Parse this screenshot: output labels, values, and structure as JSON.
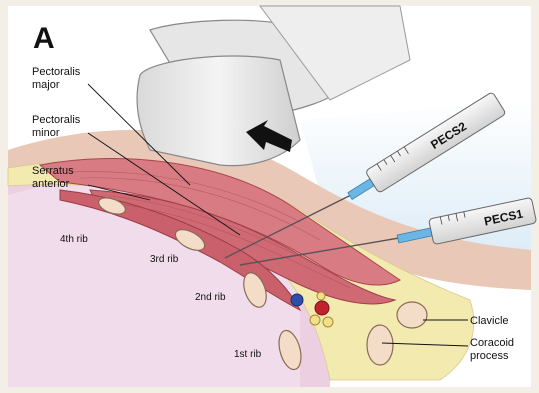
{
  "figure": {
    "panel_letter": "A",
    "labels": {
      "pectoralis_major": [
        "Pectoralis",
        "major"
      ],
      "pectoralis_minor": [
        "Pectoralis",
        "minor"
      ],
      "serratus_anterior": [
        "Serratus",
        "anterior"
      ],
      "rib4": "4th rib",
      "rib3": "3rd rib",
      "rib2": "2nd rib",
      "rib1": "1st rib",
      "clavicle": "Clavicle",
      "coracoid_process": [
        "Coracoid",
        "process"
      ]
    },
    "syringes": {
      "pecs2": "PECS2",
      "pecs1": "PECS1"
    },
    "colors": {
      "skin": "#e9c8b8",
      "fat": "#f3eab0",
      "muscle": "#cf6f78",
      "bone": "#f3ddc8",
      "pleura": "#e8c9df",
      "probe": "#efefef",
      "needle_fluid": "#6ab7e6",
      "artery": "#c0222e",
      "vein": "#2e4fa8"
    }
  }
}
